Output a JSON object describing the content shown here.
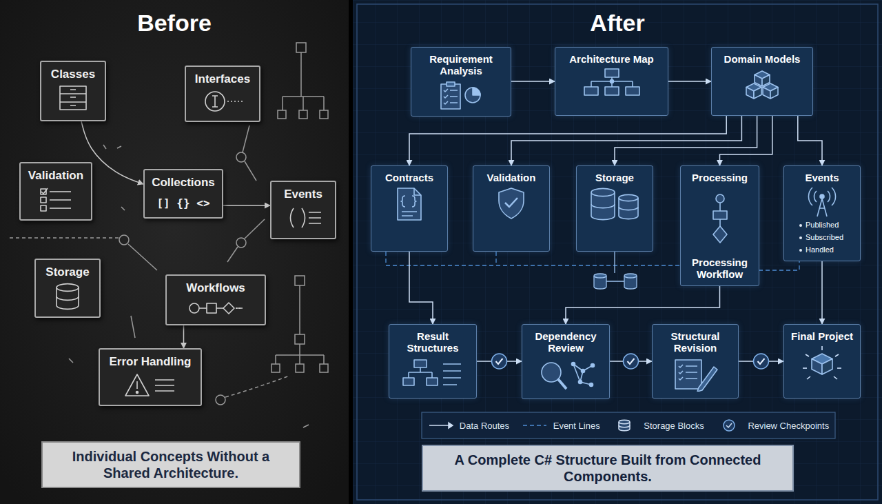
{
  "diagram": {
    "nodes": [
      {
        "text": [
          "Before"
        ]
      },
      {
        "text": [
          "Classes"
        ],
        "in": 0
      },
      {
        "text": [
          "Interfaces"
        ],
        "in": 0
      },
      {
        "text": [
          "Validation"
        ],
        "in": 0
      },
      {
        "text": [
          "Collections",
          "[] {} <>"
        ],
        "in": 0
      },
      {
        "text": [
          "Events"
        ],
        "in": 0
      },
      {
        "text": [
          "Storage"
        ],
        "in": 0
      },
      {
        "text": [
          "Workflows"
        ],
        "in": 0
      },
      {
        "text": [
          "Error Handling"
        ],
        "in": 0
      },
      {
        "text": [
          "Individual Concepts Without a Shared Architecture."
        ],
        "in": 0
      },
      {
        "text": [
          "After"
        ]
      },
      {
        "text": [
          "Requirement Analysis"
        ],
        "in": 10
      },
      {
        "text": [
          "Architecture Map"
        ],
        "in": 10
      },
      {
        "text": [
          "Domain Models"
        ],
        "in": 10
      },
      {
        "text": [
          "Contracts"
        ],
        "in": 10
      },
      {
        "text": [
          "Validation"
        ],
        "in": 10
      },
      {
        "text": [
          "Storage"
        ],
        "in": 10
      },
      {
        "text": [
          "Processing",
          "Processing Workflow"
        ],
        "in": 10
      },
      {
        "text": [
          "Events",
          "Published",
          "Subscribed",
          "Handled"
        ],
        "in": 10
      },
      {
        "text": [
          "Result Structures"
        ],
        "in": 10
      },
      {
        "text": [
          "Dependency Review"
        ],
        "in": 10
      },
      {
        "text": [
          "Structural Revision"
        ],
        "in": 10
      },
      {
        "text": [
          "Final Project"
        ],
        "in": 10
      },
      {
        "text": [
          "A Complete C# Structure Built from Connected Components."
        ],
        "in": 10
      }
    ],
    "edges": [
      {
        "from": 1,
        "to": 4,
        "arrow": "to"
      },
      {
        "from": 4,
        "to": 5,
        "arrow": "to"
      },
      {
        "from": 7,
        "to": 8,
        "arrow": "to"
      },
      {
        "from": 11,
        "to": 12,
        "arrow": "to"
      },
      {
        "from": 12,
        "to": 13,
        "arrow": "to"
      },
      {
        "from": 13,
        "to": 14,
        "arrow": "to"
      },
      {
        "from": 13,
        "to": 15,
        "arrow": "to"
      },
      {
        "from": 13,
        "to": 16,
        "arrow": "to"
      },
      {
        "from": 13,
        "to": 17,
        "arrow": "to"
      },
      {
        "from": 13,
        "to": 18,
        "arrow": "to"
      },
      {
        "from": 14,
        "to": 19,
        "arrow": "to"
      },
      {
        "from": 17,
        "to": 20,
        "arrow": "to"
      },
      {
        "from": 18,
        "to": 22,
        "arrow": "to"
      },
      {
        "from": 19,
        "to": 20,
        "arrow": "to"
      },
      {
        "from": 20,
        "to": 21,
        "arrow": "to"
      },
      {
        "from": 21,
        "to": 22,
        "arrow": "to"
      }
    ],
    "legend": [
      {
        "text": "Data Routes"
      },
      {
        "text": "Event Lines"
      },
      {
        "text": "Storage Blocks"
      },
      {
        "text": "Review Checkpoints"
      }
    ]
  }
}
